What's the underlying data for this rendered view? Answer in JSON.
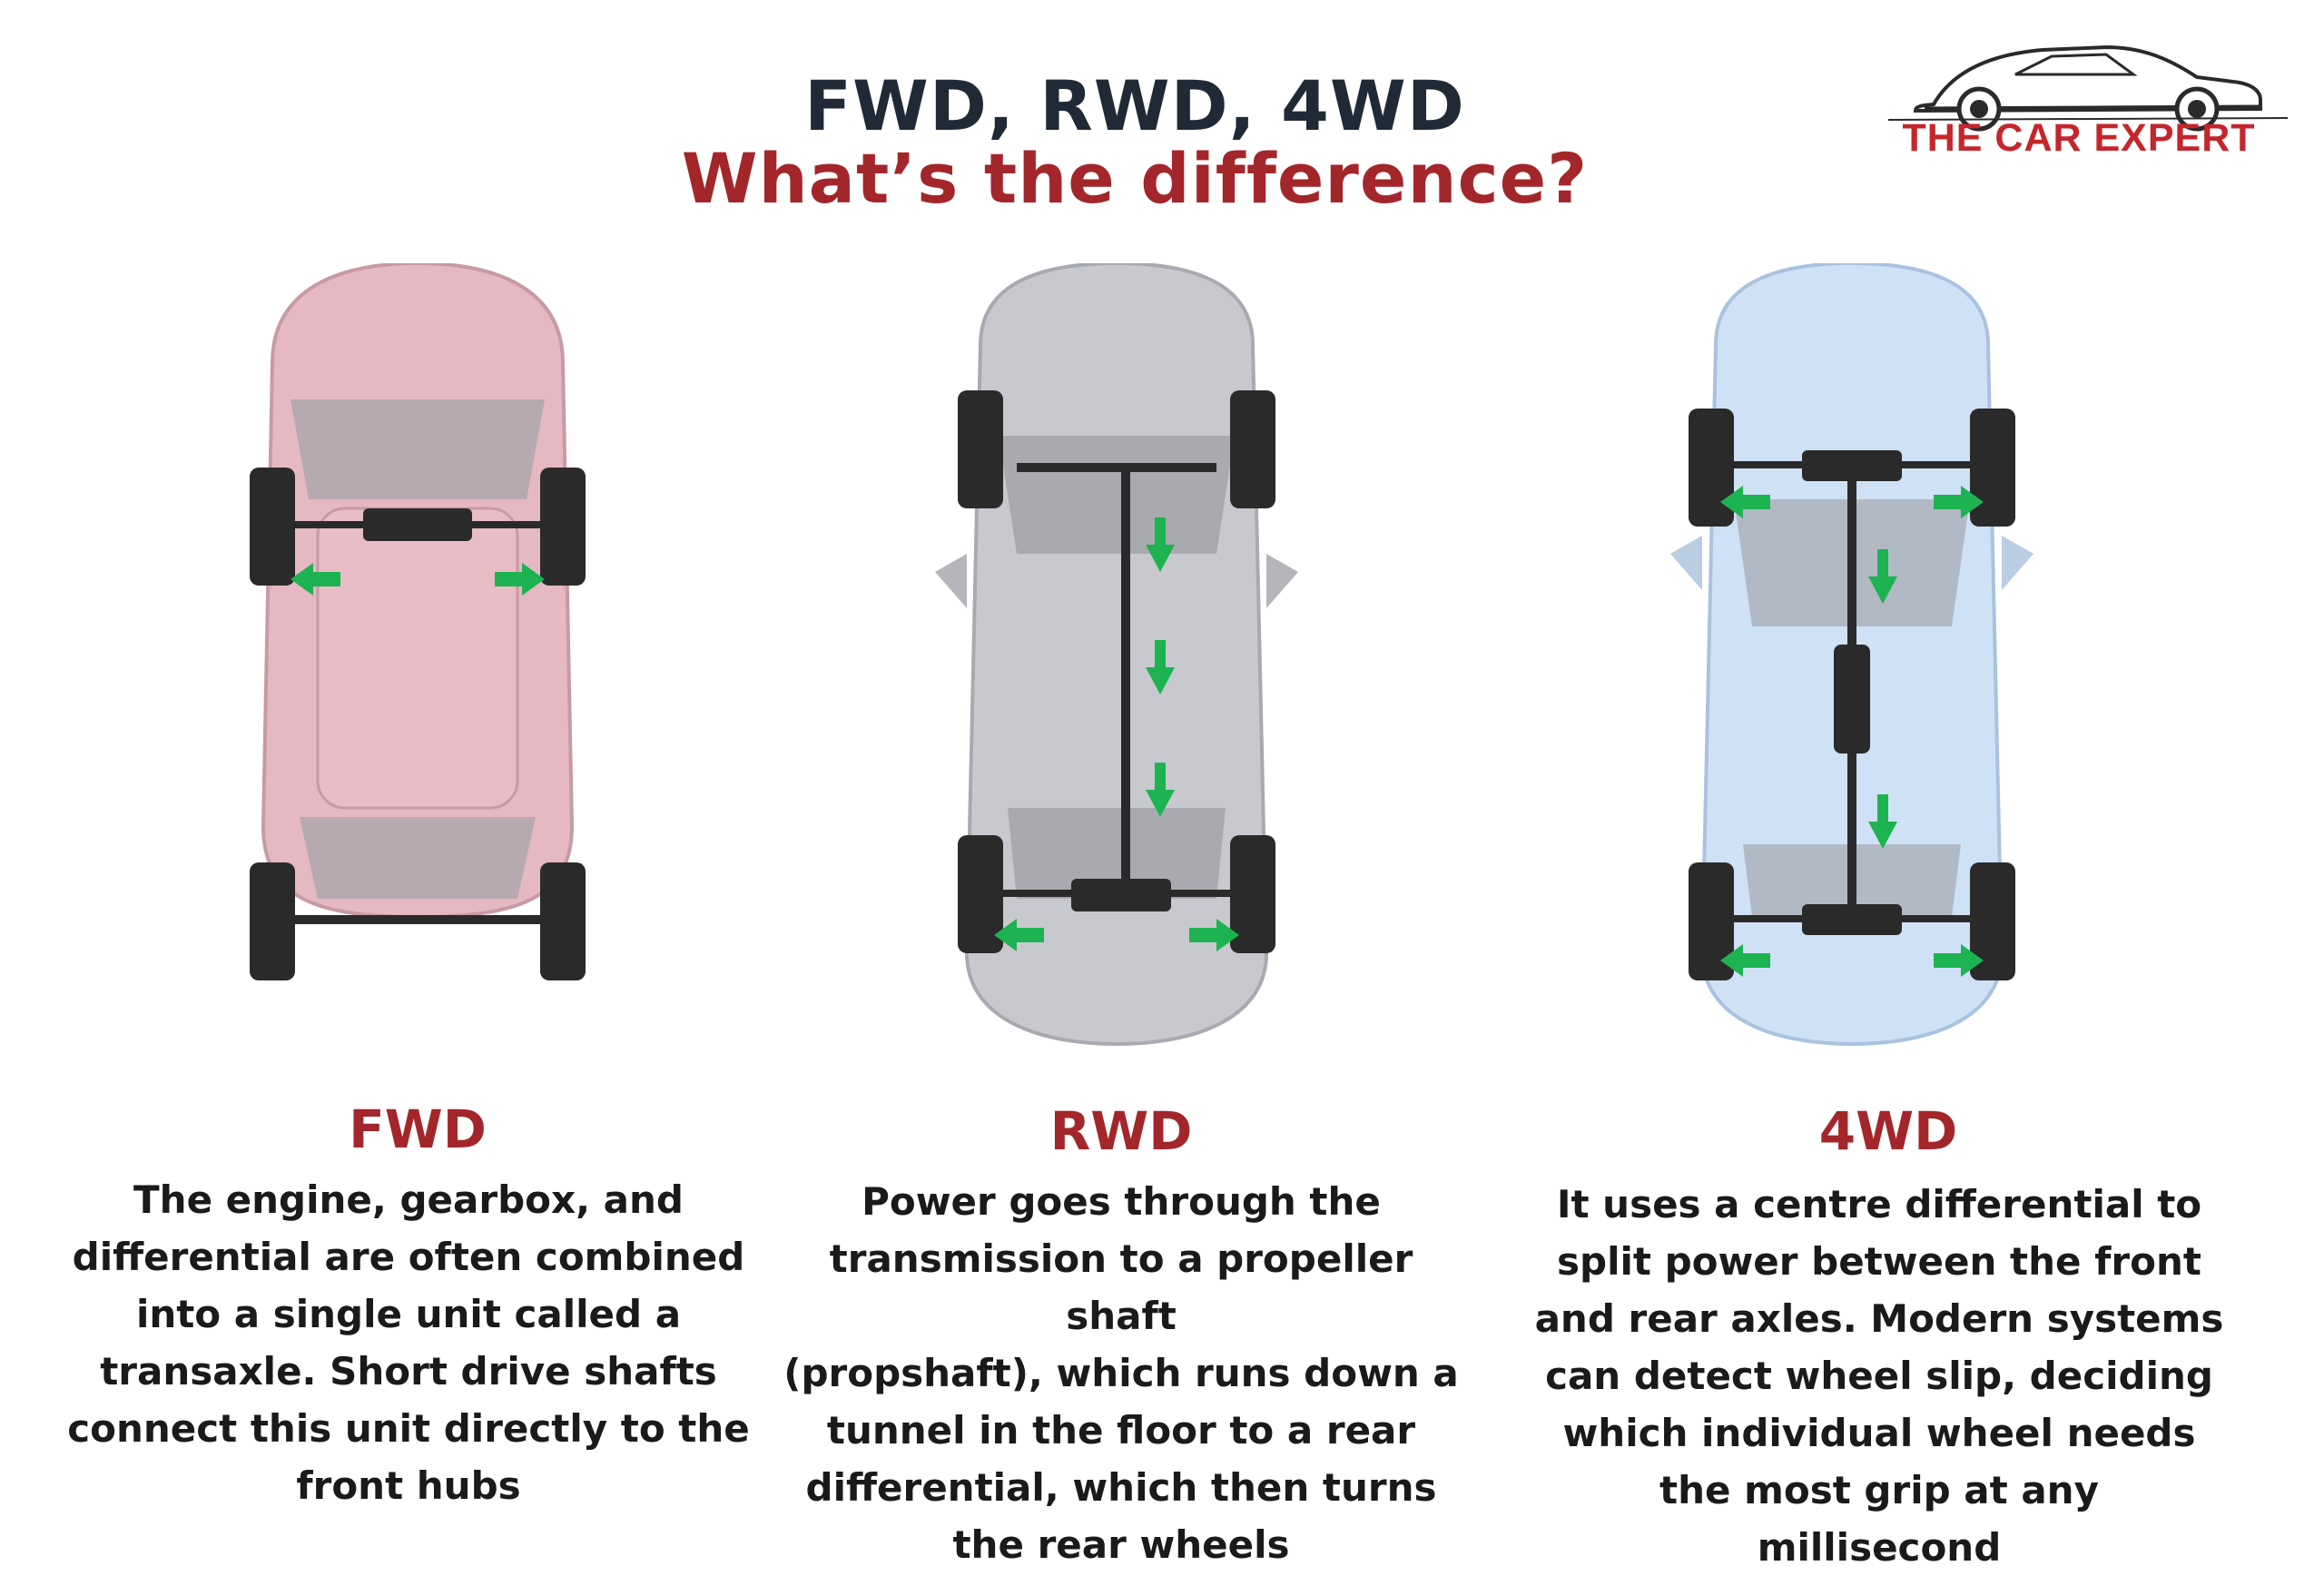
{
  "title": {
    "line1": "FWD, RWD, 4WD",
    "line2": "What’s the difference?"
  },
  "brand": {
    "name": "THE CAR EXPERT",
    "logo_icon": "car-silhouette-icon",
    "color": "#c4262b"
  },
  "colors": {
    "title_dark": "#1f2a36",
    "accent_red": "#a3262a",
    "arrow_green": "#1db350",
    "fwd_body": "#e5b8c2",
    "rwd_body": "#c7c9cf",
    "awd_body": "#cfe1f5"
  },
  "columns": [
    {
      "label": "FWD",
      "lines": [
        "The engine, gearbox, and",
        "differential are often combined",
        "into a single unit called a",
        "transaxle. Short drive shafts",
        "connect this unit directly to the",
        "front hubs"
      ]
    },
    {
      "label": "RWD",
      "lines": [
        "Power goes through the",
        "transmission to a propeller shaft",
        "(propshaft), which runs down a",
        "tunnel in the floor to a rear",
        "differential, which then turns",
        "the rear wheels"
      ]
    },
    {
      "label": "4WD",
      "lines": [
        "It uses a centre differential to",
        "split power between the front",
        "and rear axles. Modern systems",
        "can detect wheel slip, deciding",
        "which individual wheel needs",
        "the most grip at any millisecond"
      ]
    }
  ]
}
